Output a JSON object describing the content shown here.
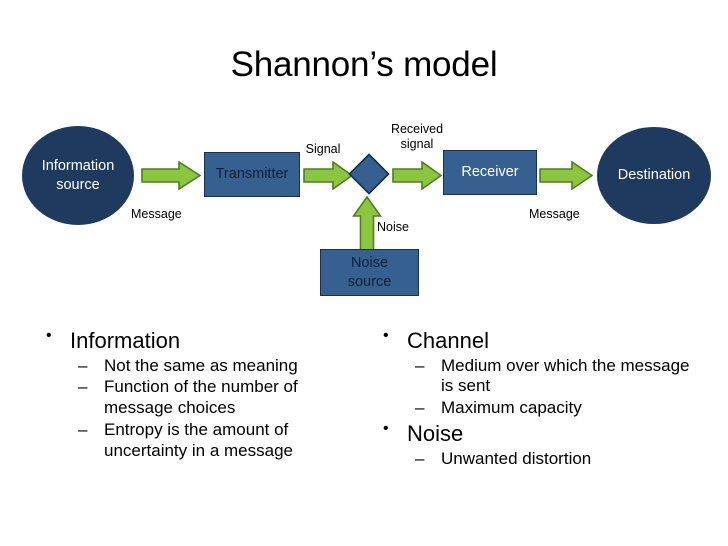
{
  "slide": {
    "title": "Shannon’s model",
    "background": "#FFFFFF"
  },
  "colors": {
    "node_dark_blue": "#1F3A5F",
    "node_mid_blue": "#36608F",
    "node_border": "#16324F",
    "arrow_green_fill": "#8CC63F",
    "arrow_green_border": "#4E7D24",
    "text_dark": "#000000",
    "text_on_dark": "#FFFFFF"
  },
  "diagram": {
    "nodes": {
      "information_source": "Information\nsource",
      "transmitter": "Transmitter",
      "channel_diamond": "",
      "receiver": "Receiver",
      "destination": "Destination",
      "noise_source": "Noise\nsource"
    },
    "edge_labels": {
      "message_left": "Message",
      "signal": "Signal",
      "received_signal": "Received\nsignal",
      "noise": "Noise",
      "message_right": "Message"
    },
    "arrows": [
      {
        "name": "source-to-transmitter",
        "direction": "right"
      },
      {
        "name": "transmitter-to-channel",
        "direction": "right"
      },
      {
        "name": "channel-to-receiver",
        "direction": "right"
      },
      {
        "name": "receiver-to-destination",
        "direction": "right"
      },
      {
        "name": "noise-to-channel",
        "direction": "up"
      }
    ]
  },
  "bullets": {
    "left": [
      {
        "marker": "•",
        "text": "Information",
        "children": [
          {
            "marker": "–",
            "text": "Not the same as meaning"
          },
          {
            "marker": "–",
            "text": "Function of the number of message choices"
          },
          {
            "marker": "–",
            "text": "Entropy is the amount of uncertainty in a message"
          }
        ]
      }
    ],
    "right": [
      {
        "marker": "•",
        "text": "Channel",
        "children": [
          {
            "marker": "–",
            "text": "Medium over which the message is sent"
          },
          {
            "marker": "–",
            "text": "Maximum capacity"
          }
        ]
      },
      {
        "marker": "•",
        "text": "Noise",
        "children": [
          {
            "marker": "–",
            "text": "Unwanted distortion"
          }
        ]
      }
    ]
  }
}
